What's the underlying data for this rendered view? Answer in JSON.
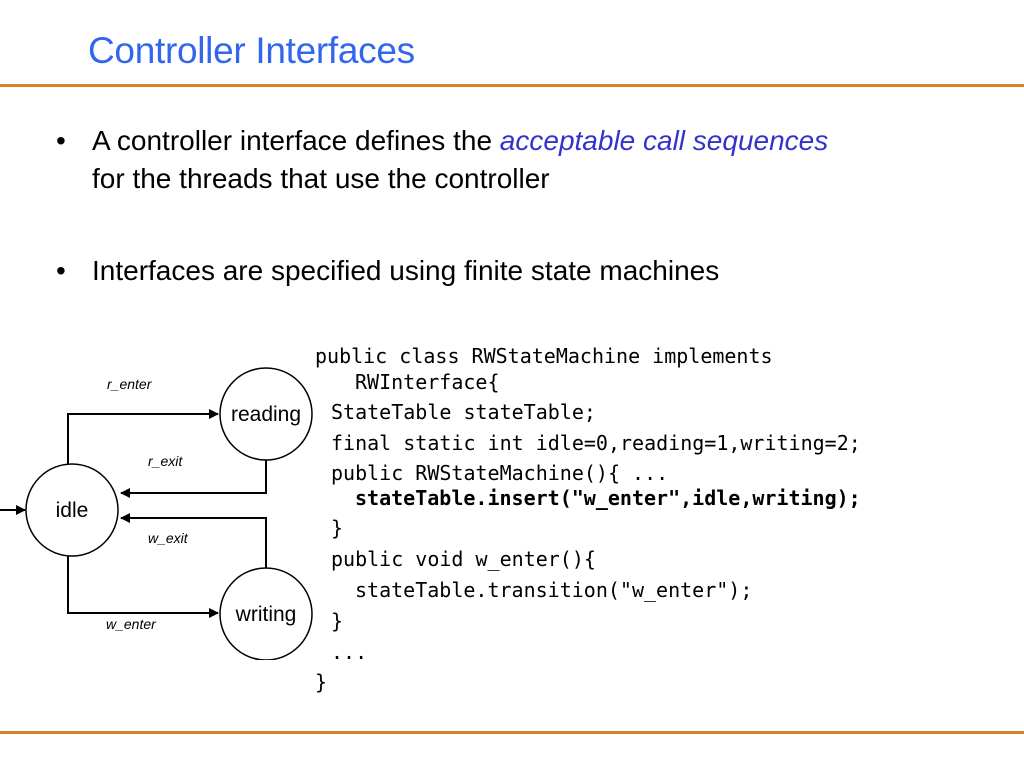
{
  "slide": {
    "title": "Controller Interfaces",
    "accent_color": "#3366ee",
    "rule_color": "#d9822b"
  },
  "bullets": [
    {
      "marker": "•",
      "text_before": "A controller interface defines the ",
      "emphasis": "acceptable call sequences",
      "text_after": "for the threads that use the controller"
    },
    {
      "marker": "•",
      "text": "Interfaces are specified using finite state machines"
    }
  ],
  "diagram": {
    "states": {
      "idle": "idle",
      "reading": "reading",
      "writing": "writing"
    },
    "transitions": {
      "r_enter": "r_enter",
      "r_exit": "r_exit",
      "w_exit": "w_exit",
      "w_enter": "w_enter"
    }
  },
  "code": {
    "lines": [
      "public class RWStateMachine implements",
      "RWInterface{",
      "StateTable stateTable;",
      "final static int idle=0,reading=1,writing=2;",
      "public RWStateMachine(){ ...",
      "stateTable.insert(\"w_enter\",idle,writing);",
      "}",
      "public void w_enter(){",
      "stateTable.transition(\"w_enter\");",
      "}",
      "...",
      "}"
    ]
  }
}
